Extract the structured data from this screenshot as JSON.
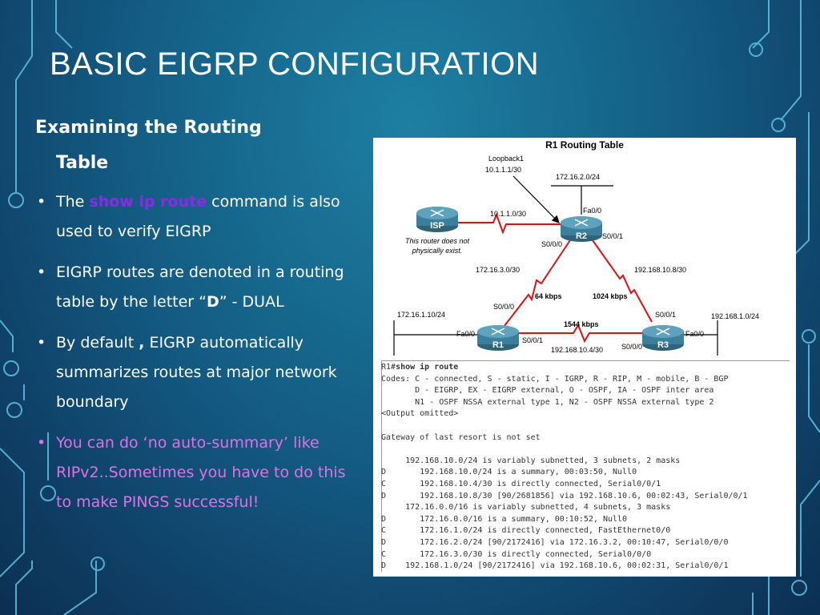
{
  "slide": {
    "title": "BASIC EIGRP CONFIGURATION",
    "subhead_line1": "Examining the Routing",
    "subhead_line2": "Table"
  },
  "bullets": [
    {
      "pre": "The ",
      "cmd": "show ip route",
      "post": " command is also used to verify EIGRP"
    },
    {
      "pre": "EIGRP routes are denoted in a routing table by the letter “",
      "bold": "D",
      "post": "” - DUAL"
    },
    {
      "pre": "By default ",
      "bold": ",",
      "post": " EIGRP automatically summarizes routes at major network boundary"
    },
    {
      "text": "You can do ‘no auto-summary’ like RIPv2..Sometimes you have to do this to make PINGS successful!"
    }
  ],
  "figure": {
    "title": "R1 Routing Table",
    "labels": {
      "loopback": "Loopback1",
      "loopback_net": "10.1.1.1/30",
      "r2_lan": "172.16.2.0/24",
      "isp_link": "10.1.1.0/30",
      "isp_note_1": "This router does not",
      "isp_note_2": "physically exist.",
      "r2_fa": "Fa0/0",
      "r2_s001": "S0/0/1",
      "r2_s000": "S0/0/0",
      "r1r2_net": "172.16.3.0/30",
      "r2r3_net": "192.168.10.8/30",
      "bw_r1r2": "64 kbps",
      "bw_r2r3": "1024 kbps",
      "bw_r1r3": "1544 kbps",
      "r1_s000": "S0/0/0",
      "r1_s001": "S0/0/1",
      "r1_fa": "Fa0/0",
      "r1_lan": "172.16.1.10/24",
      "r3_s001": "S0/0/1",
      "r3_s000": "S0/0/0",
      "r3_fa": "Fa0/0",
      "r3_lan": "192.168.1.0/24",
      "r1r3_net": "192.168.10.4/30"
    },
    "routers": {
      "isp": "ISP",
      "r1": "R1",
      "r2": "R2",
      "r3": "R3"
    },
    "terminal": {
      "prompt": "R1#",
      "command": "show ip route",
      "lines": [
        "Codes: C - connected, S - static, I - IGRP, R - RIP, M - mobile, B - BGP",
        "       D - EIGRP, EX - EIGRP external, O - OSPF, IA - OSPF inter area",
        "       N1 - OSPF NSSA external type 1, N2 - OSPF NSSA external type 2",
        "<Output omitted>",
        "",
        "Gateway of last resort is not set",
        "",
        "     192.168.10.0/24 is variably subnetted, 3 subnets, 2 masks",
        "D       192.168.10.0/24 is a summary, 00:03:50, Null0",
        "C       192.168.10.4/30 is directly connected, Serial0/0/1",
        "D       192.168.10.8/30 [90/2681856] via 192.168.10.6, 00:02:43, Serial0/0/1",
        "     172.16.0.0/16 is variably subnetted, 4 subnets, 3 masks",
        "D       172.16.0.0/16 is a summary, 00:10:52, Null0",
        "C       172.16.1.0/24 is directly connected, FastEthernet0/0",
        "D       172.16.2.0/24 [90/2172416] via 172.16.3.2, 00:10:47, Serial0/0/0",
        "C       172.16.3.0/30 is directly connected, Serial0/0/0",
        "D    192.168.1.0/24 [90/2172416] via 192.168.10.6, 00:02:31, Serial0/0/1"
      ]
    }
  },
  "colors": {
    "link_red": "#e01010",
    "router_blue": "#3c7f9c",
    "accent_purple": "#8a2be2",
    "pink": "#e070e8"
  }
}
